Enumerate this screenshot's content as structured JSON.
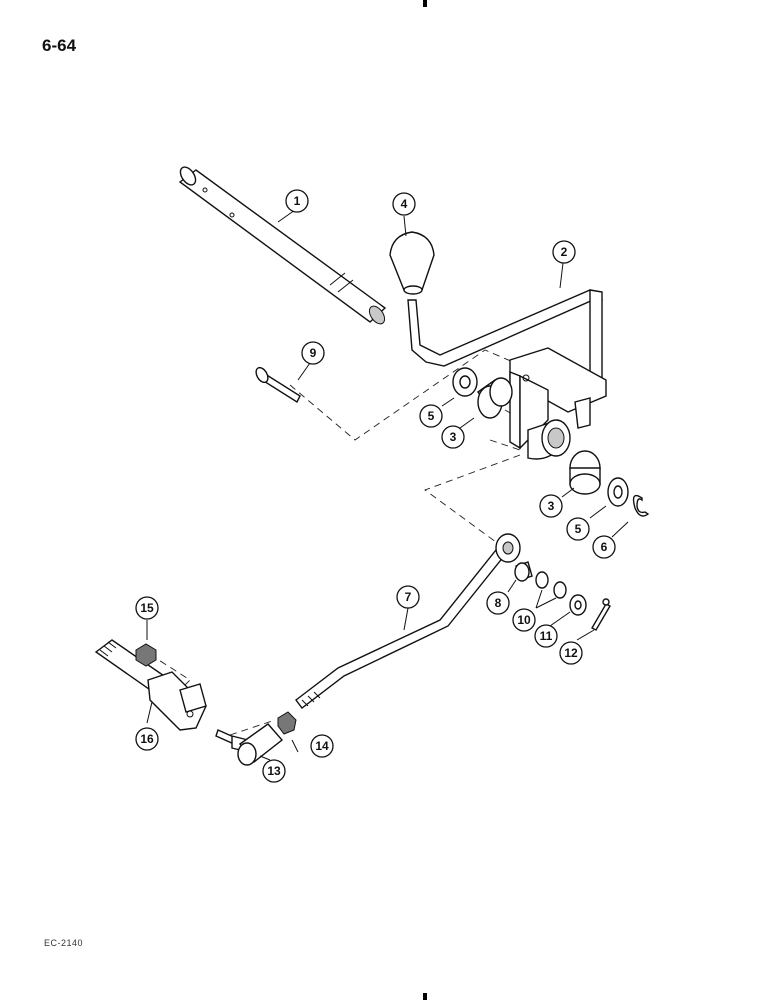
{
  "page": {
    "number": "6-64",
    "figure_code": "EC-2140"
  },
  "callouts": [
    {
      "id": "1",
      "label": "1"
    },
    {
      "id": "2",
      "label": "2"
    },
    {
      "id": "3a",
      "label": "3"
    },
    {
      "id": "3b",
      "label": "3"
    },
    {
      "id": "4",
      "label": "4"
    },
    {
      "id": "5a",
      "label": "5"
    },
    {
      "id": "5b",
      "label": "5"
    },
    {
      "id": "6",
      "label": "6"
    },
    {
      "id": "7",
      "label": "7"
    },
    {
      "id": "8",
      "label": "8"
    },
    {
      "id": "9",
      "label": "9"
    },
    {
      "id": "10",
      "label": "10"
    },
    {
      "id": "11",
      "label": "11"
    },
    {
      "id": "12",
      "label": "12"
    },
    {
      "id": "13",
      "label": "13"
    },
    {
      "id": "14",
      "label": "14"
    },
    {
      "id": "15",
      "label": "15"
    },
    {
      "id": "16",
      "label": "16"
    }
  ]
}
